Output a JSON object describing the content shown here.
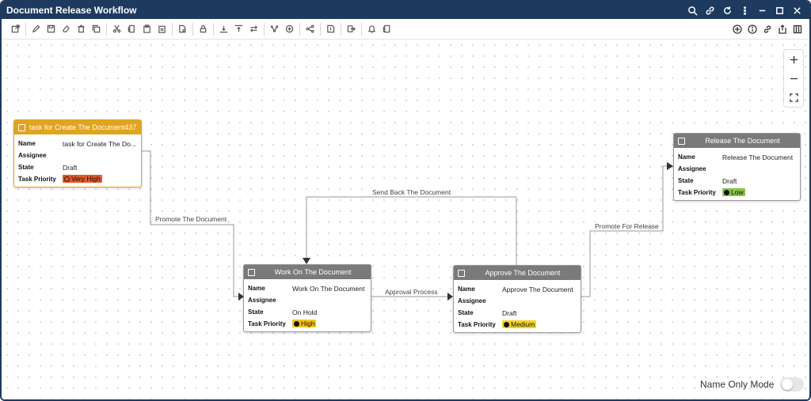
{
  "window": {
    "title": "Document Release Workflow"
  },
  "title_icons": [
    "search-icon",
    "link-icon",
    "refresh-icon",
    "more-vertical-icon",
    "minimize-icon",
    "maximize-icon",
    "close-icon"
  ],
  "toolbar": {
    "groups": [
      [
        "open-external-icon"
      ],
      [
        "edit-icon",
        "save-icon",
        "eraser-icon",
        "trash-icon",
        "copy-icon"
      ],
      [
        "cut-icon",
        "duplicate-icon",
        "paste-icon",
        "clipboard-icon"
      ],
      [
        "page-settings-icon"
      ],
      [
        "lock-icon"
      ],
      [
        "align-bottom-icon",
        "align-top-icon",
        "swap-icon"
      ],
      [
        "branch-icon",
        "add-circle-icon"
      ],
      [
        "share-icon"
      ],
      [
        "tag-icon"
      ],
      [
        "export-icon"
      ],
      [
        "bell-icon",
        "document-copy-icon"
      ]
    ],
    "right": [
      "add-circle-icon",
      "info-icon",
      "link-icon",
      "upload-icon",
      "columns-icon"
    ]
  },
  "nodes": {
    "create": {
      "title": "task for Create The Document437",
      "name": "task for Create The Do...",
      "assignee": "",
      "state": "Draft",
      "priority": "Very High",
      "header_color": "#e0a41e",
      "badge_color": "#e6582a"
    },
    "work": {
      "title": "Work On The Document",
      "name": "Work On The Document",
      "assignee": "",
      "state": "On Hold",
      "priority": "High",
      "header_color": "#7a7a7a",
      "badge_color": "#f5c518"
    },
    "approve": {
      "title": "Approve The Document",
      "name": "Approve The Document",
      "assignee": "",
      "state": "Draft",
      "priority": "Medium",
      "header_color": "#7a7a7a",
      "badge_color": "#f5d31a"
    },
    "release": {
      "title": "Release The Document",
      "name": "Release The Document",
      "assignee": "",
      "state": "Draft",
      "priority": "Low",
      "header_color": "#7a7a7a",
      "badge_color": "#8bc34a"
    }
  },
  "field_labels": {
    "name": "Name",
    "assignee": "Assignee",
    "state": "State",
    "priority": "Task Priority"
  },
  "edges": {
    "promote_document": "Promote The Document",
    "send_back": "Send Back The Document",
    "approval_process": "Approval Process",
    "promote_release": "Promote For Release"
  },
  "zoom": {
    "in": "zoom-in-icon",
    "out": "zoom-out-icon",
    "fit": "fit-screen-icon"
  },
  "mode": {
    "label": "Name Only Mode",
    "enabled": false
  }
}
